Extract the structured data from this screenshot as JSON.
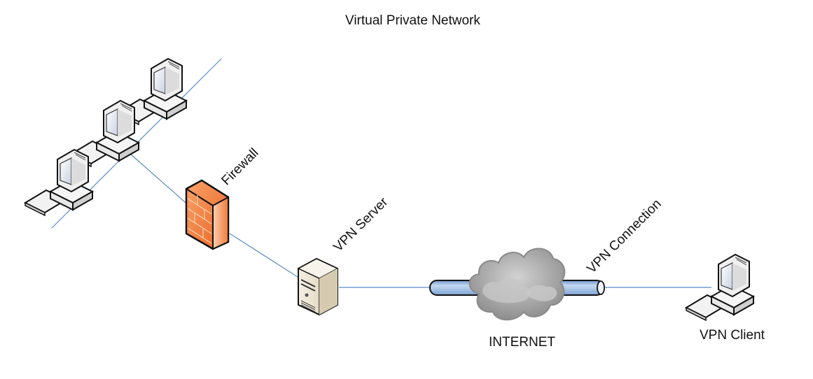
{
  "title": "Virtual Private Network",
  "labels": {
    "firewall": "Firewall",
    "vpn_server": "VPN Server",
    "vpn_connection": "VPN Connection",
    "internet": "INTERNET",
    "vpn_client": "VPN Client"
  },
  "nodes": [
    {
      "id": "lan-pc-1",
      "type": "desktop-computer",
      "icon": "desktop-computer-icon"
    },
    {
      "id": "lan-pc-2",
      "type": "desktop-computer",
      "icon": "desktop-computer-icon"
    },
    {
      "id": "lan-pc-3",
      "type": "desktop-computer",
      "icon": "desktop-computer-icon"
    },
    {
      "id": "firewall",
      "type": "firewall",
      "icon": "brick-wall-icon"
    },
    {
      "id": "vpn-server",
      "type": "server",
      "icon": "server-tower-icon"
    },
    {
      "id": "internet",
      "type": "cloud",
      "icon": "cloud-icon"
    },
    {
      "id": "vpn-tunnel",
      "type": "tunnel",
      "icon": "pipe-tunnel-icon"
    },
    {
      "id": "vpn-client",
      "type": "desktop-computer",
      "icon": "desktop-computer-icon"
    }
  ],
  "edges": [
    {
      "from": "lan-bus",
      "to": "firewall"
    },
    {
      "from": "firewall",
      "to": "vpn-server"
    },
    {
      "from": "vpn-server",
      "to": "vpn-tunnel"
    },
    {
      "from": "vpn-tunnel",
      "to": "vpn-client"
    }
  ],
  "colors": {
    "link_line": "#5b8cc6",
    "firewall_fill": "#f07a3a",
    "tunnel_fill": "#9dbce3",
    "cloud_fill": "#a9a9a9",
    "server_fill": "#e8e0cc"
  }
}
